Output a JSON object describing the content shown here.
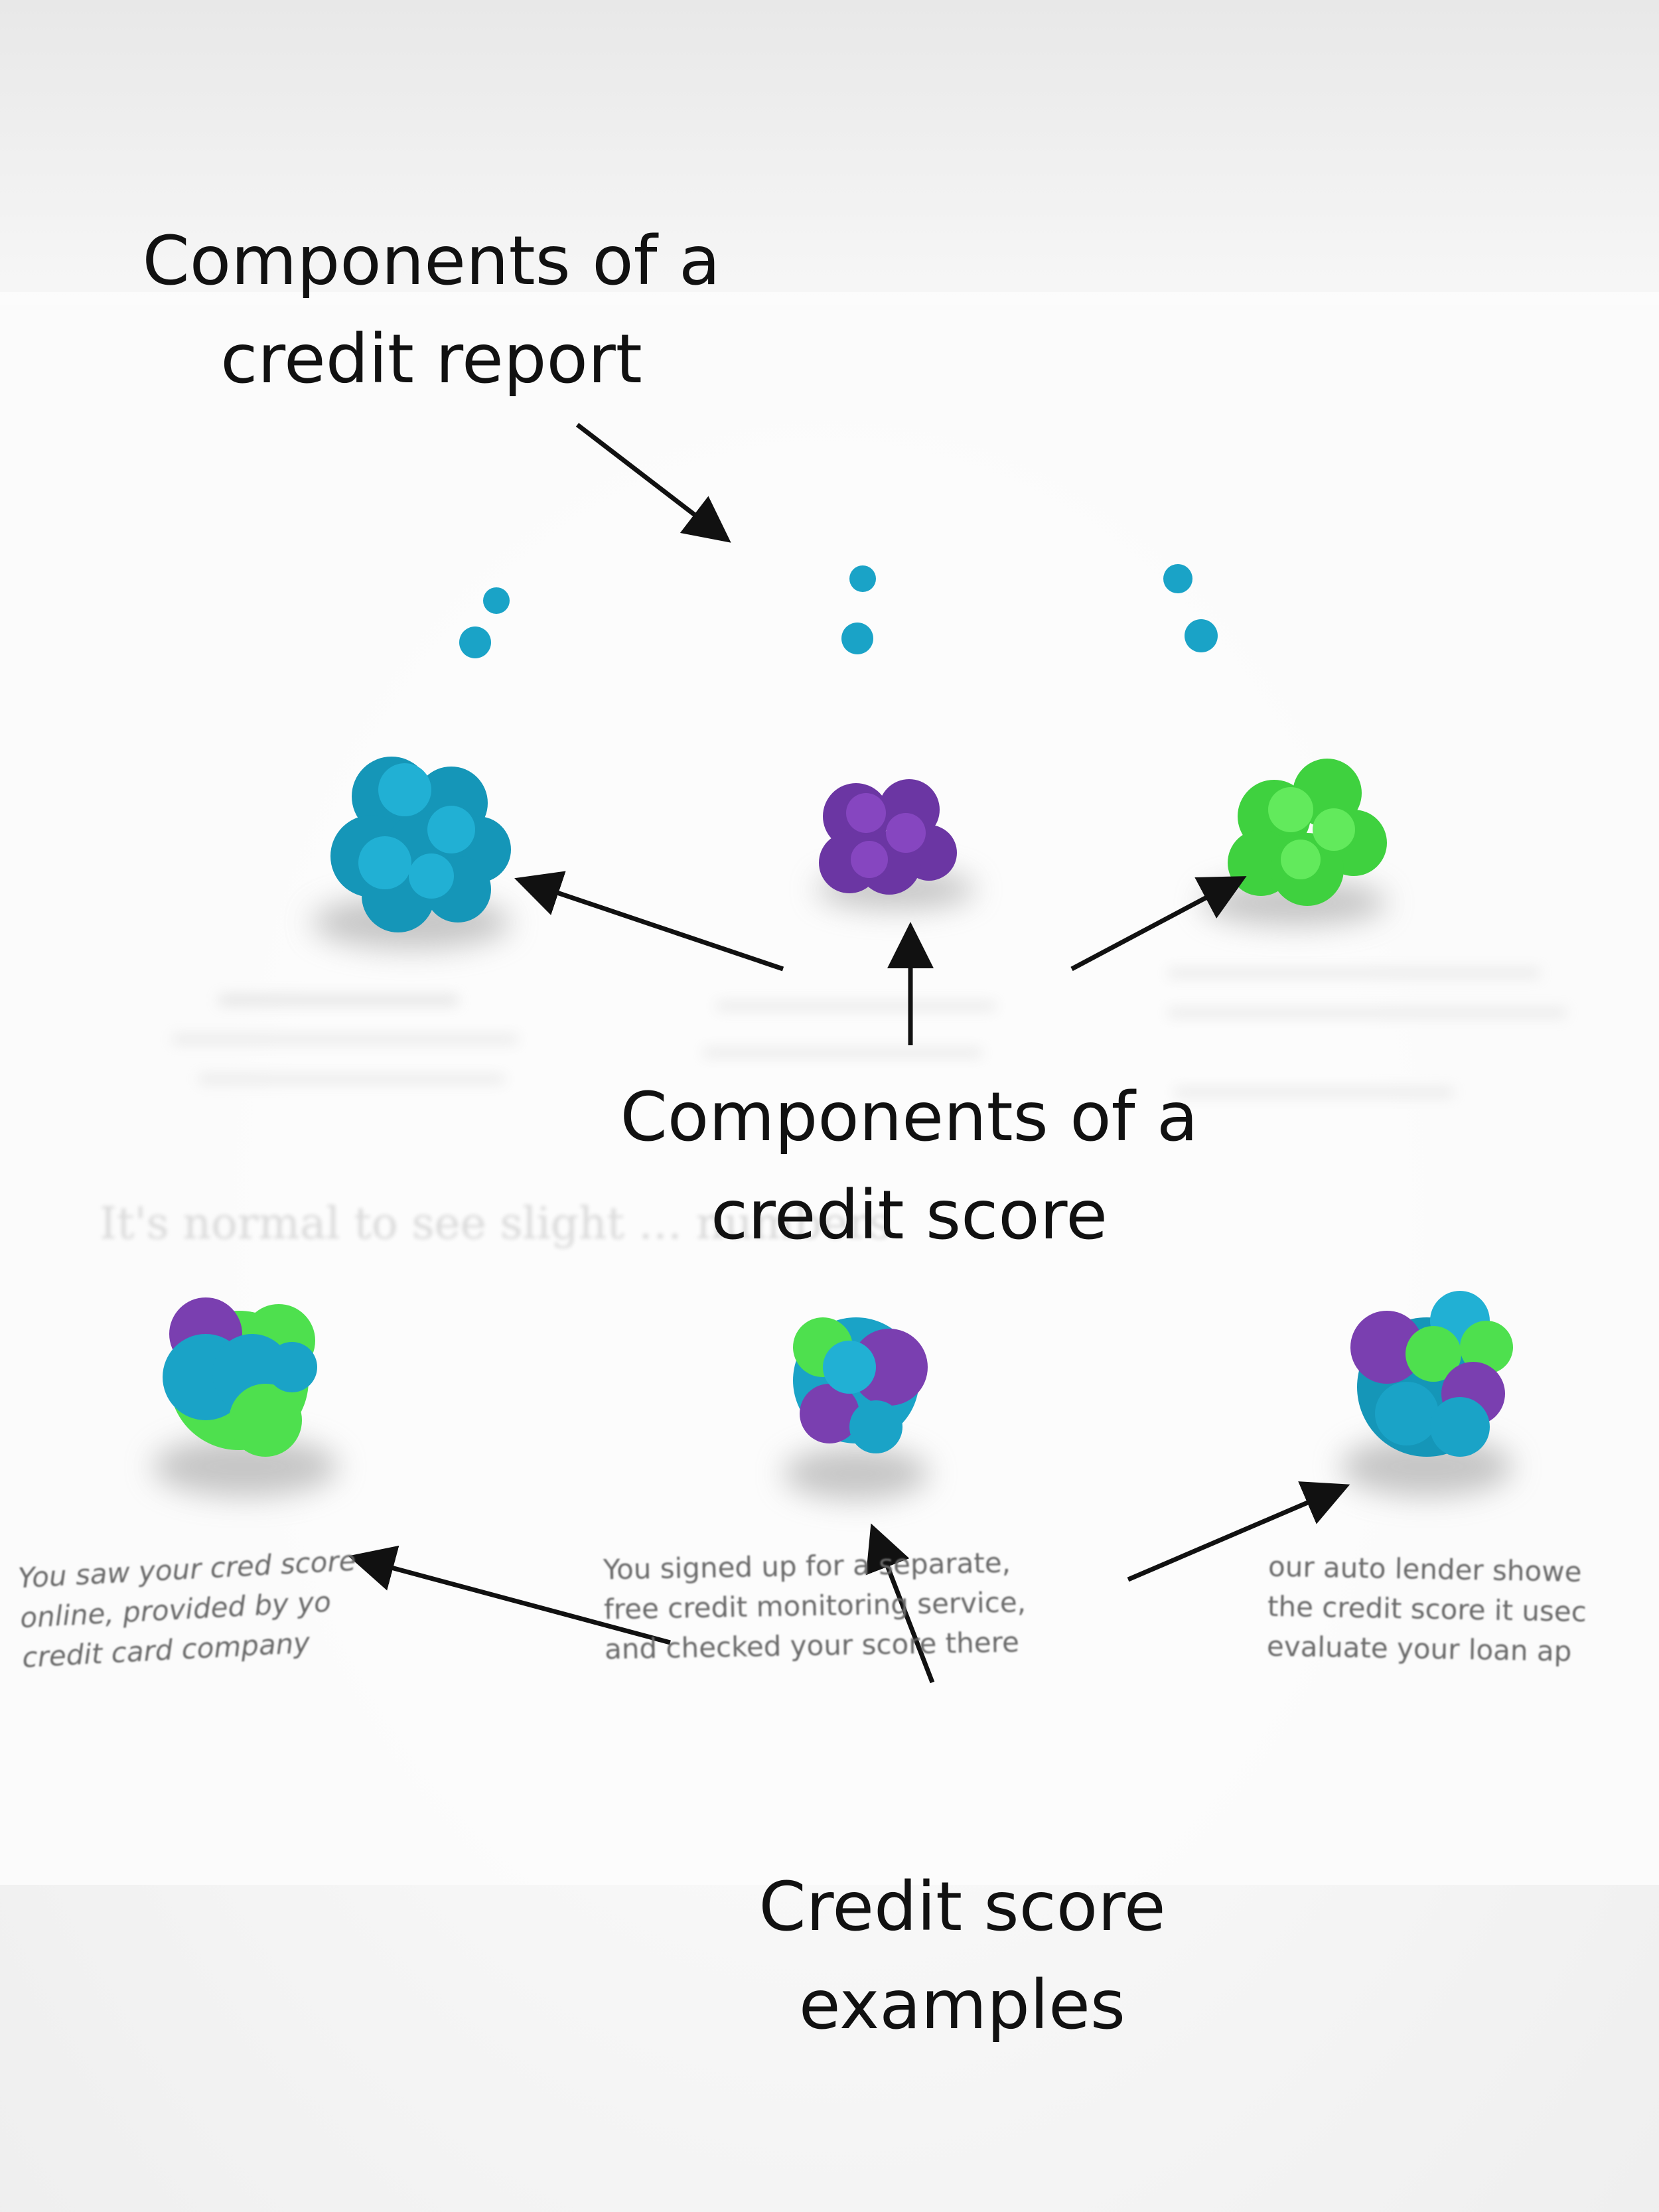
{
  "annotations": {
    "report_label": [
      "Components of a",
      "credit report"
    ],
    "score_components_label": [
      "Components of a",
      "credit score"
    ],
    "examples_label": [
      "Credit score",
      "examples"
    ]
  },
  "background_heading": "It's normal to see slight … numbers",
  "cards": [
    {
      "lines": [
        "You saw your cred   score",
        "online, provided by yo",
        "credit card company"
      ]
    },
    {
      "lines": [
        "You signed up for a separate,",
        "free credit monitoring service,",
        "and checked your score there"
      ]
    },
    {
      "lines": [
        "our auto lender showe",
        "the credit score it usec",
        "evaluate your loan ap"
      ]
    }
  ],
  "colors": {
    "teal": "#1aa3c7",
    "purple": "#7a3fb0",
    "green": "#4ee04e",
    "ink": "#111111"
  }
}
